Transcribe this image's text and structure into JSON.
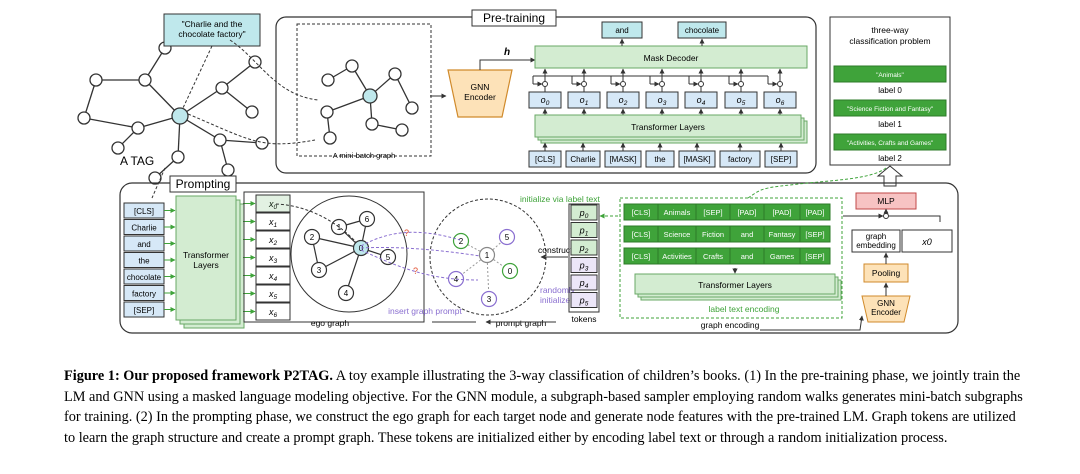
{
  "tag": {
    "label": "A TAG",
    "book_title": "\"Charlie and the\nchocolate factory\""
  },
  "pretraining": {
    "title": "Pre-training",
    "minibatch_label": "A mini-batch graph",
    "gnn_encoder": "GNN\nEncoder",
    "h_label": "h",
    "mask_decoder": "Mask Decoder",
    "transformer": "Transformer Layers",
    "decoder_outputs": [
      "and",
      "chocolate"
    ],
    "o_tokens": [
      "o0",
      "o1",
      "o2",
      "o3",
      "o4",
      "o5",
      "o6"
    ],
    "input_tokens": [
      "[CLS]",
      "Charlie",
      "[MASK]",
      "the",
      "[MASK]",
      "factory",
      "[SEP]"
    ]
  },
  "classification": {
    "title": "three-way\nclassification problem",
    "labels": [
      {
        "text": "\"Animals\"",
        "label": "label 0"
      },
      {
        "text": "\"Science Fiction and Fantasy\"",
        "label": "label 1"
      },
      {
        "text": "\"Activities, Crafts and Games\"",
        "label": "label 2"
      }
    ]
  },
  "prompting": {
    "title": "Prompting",
    "input_tokens": [
      "[CLS]",
      "Charlie",
      "and",
      "the",
      "chocolate",
      "factory",
      "[SEP]"
    ],
    "transformer": "Transformer\nLayers",
    "x_tokens": [
      "x0",
      "x1",
      "x2",
      "x3",
      "x4",
      "x5",
      "x6"
    ],
    "ego_graph_label": "ego graph",
    "ego_nodes": [
      "0",
      "1",
      "2",
      "3",
      "4",
      "5",
      "6"
    ],
    "prompt_nodes": [
      "0",
      "1",
      "2",
      "3",
      "4",
      "5"
    ],
    "insert_prompt_label": "insert graph prompt",
    "prompt_graph_label": "prompt graph",
    "construct_label": "construct",
    "randomly_init_label": "randomly\ninitialize",
    "init_label_text": "initialize via label text",
    "p_tokens": [
      "p0",
      "p1",
      "p2",
      "p3",
      "p4",
      "p5"
    ],
    "tokens_label": "tokens",
    "label_rows": [
      [
        "[CLS]",
        "Animals",
        "[SEP]",
        "[PAD]",
        "[PAD]",
        "[PAD]"
      ],
      [
        "[CLS]",
        "Science",
        "Fiction",
        "and",
        "Fantasy",
        "[SEP]"
      ],
      [
        "[CLS]",
        "Activities",
        "Crafts",
        "and",
        "Games",
        "[SEP]"
      ]
    ],
    "label_transformer": "Transformer Layers",
    "label_text_encoding": "label text encoding",
    "graph_encoding": "graph encoding",
    "mlp": "MLP",
    "graph_embedding": "graph\nembedding",
    "x0_label": "x0",
    "pooling": "Pooling",
    "gnn_encoder": "GNN\nEncoder"
  },
  "caption": {
    "bold": "Figure 1: Our proposed framework P2TAG.",
    "text": " A toy example illustrating the 3-way classification of children’s books. (1) In the pre-training phase, we jointly train the LM and GNN using a masked language modeling objective. For the GNN module, a subgraph-based sampler employing random walks generates mini-batch subgraphs for training. (2) In the prompting phase, we construct the ego graph for each target node and generate node features with the pre-trained LM. Graph tokens are utilized to learn the graph structure and create a prompt graph. These tokens are initialized either by encoding label text or through a random initialization process."
  },
  "colors": {
    "token_blue": "#d6e8f7",
    "cyan_node": "#bfe8ec",
    "green_box": "#d3ecd1",
    "label_green": "#3fa33a",
    "gnn_orange": "#fde2b8",
    "mlp_red": "#f7c3c3",
    "prompt_purple": "#8a6fd0",
    "question_red": "#e04a2a"
  }
}
